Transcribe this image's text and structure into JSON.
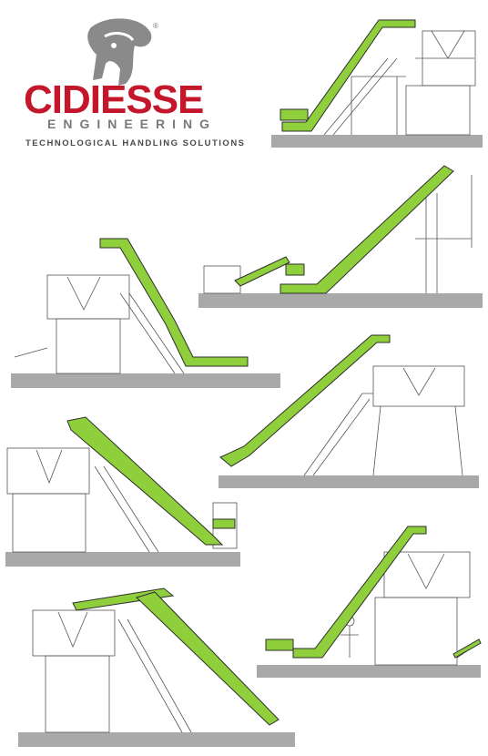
{
  "brand": {
    "name": "CIDIESSE",
    "subtitle": "ENGINEERING",
    "tagline": "TECHNOLOGICAL HANDLING SOLUTIONS",
    "registered_mark": "®",
    "primary_color": "#c4172c",
    "conveyor_color": "#8fcf3c",
    "logo_icon": "horse-head-icon"
  }
}
